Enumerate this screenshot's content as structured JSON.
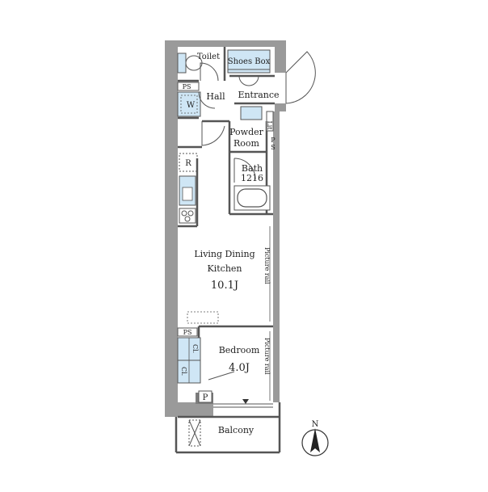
{
  "rooms": {
    "toilet": "Toilet",
    "shoes_box": "Shoes Box",
    "hall": "Hall",
    "entrance": "Entrance",
    "ps_top": "PS",
    "washer": "W",
    "powder_line1": "Powder",
    "powder_line2": "Room",
    "bath_line1": "Bath",
    "bath_line2": "1216",
    "ps_right": "P\nS",
    "fridge": "R",
    "ldk_line1": "Living Dining",
    "ldk_line2": "Kitchen",
    "ldk_size": "10.1J",
    "picture_rail_1": "Picture rail",
    "picture_rail_2": "Picture rail",
    "ps_bedroom": "PS",
    "closet_1": "Cl.",
    "closet_2": "Cl.",
    "bedroom": "Bedroom",
    "bedroom_size": "4.0J",
    "pipe": "P",
    "balcony": "Balcony",
    "storage_small": "Lit",
    "north": "N"
  },
  "colors": {
    "wall": "#9a9a9a",
    "wall_dark": "#6e6e6e",
    "fixture_blue": "#cfe6f5",
    "line": "#333333"
  }
}
